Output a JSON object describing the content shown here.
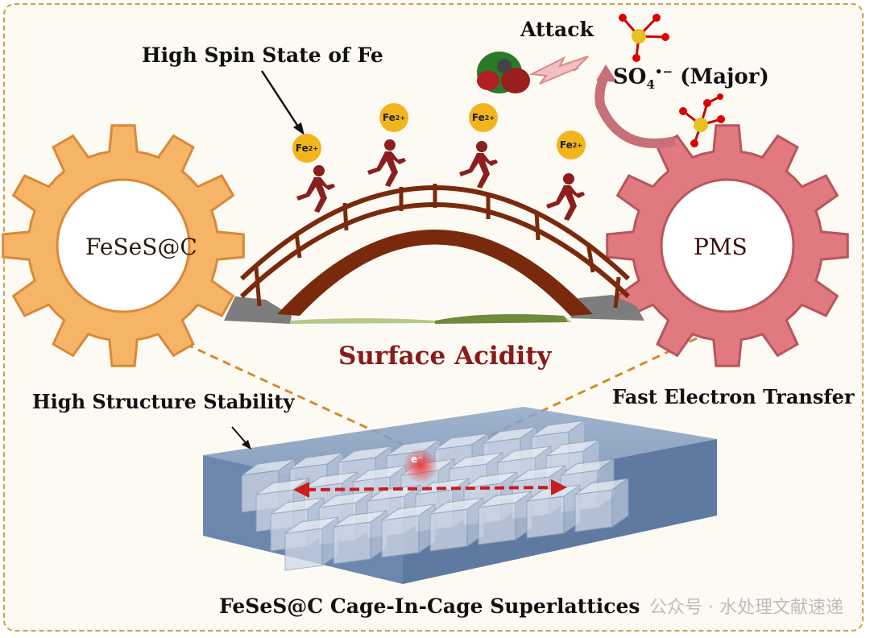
{
  "labels": {
    "high_spin": "High Spin State of Fe",
    "attack": "Attack",
    "so4_main": "SO",
    "so4_sub": "4",
    "so4_sup": "•−",
    "so4_tail": " (Major)",
    "surface_acidity": "Surface Acidity",
    "structure_stability": "High Structure Stability",
    "fast_electron": "Fast Electron Transfer",
    "superlattice": "FeSeS@C Cage-In-Cage Superlattices",
    "electron": "e⁻"
  },
  "gears": {
    "left": {
      "label": "FeSeS@C",
      "color": "#f6b566",
      "stroke": "#d9893a"
    },
    "right": {
      "label": "PMS",
      "color": "#e07a80",
      "stroke": "#b8565c"
    }
  },
  "ions": [
    {
      "main": "Fe",
      "charge": "2+"
    },
    {
      "main": "Fe",
      "charge": "2+"
    },
    {
      "main": "Fe",
      "charge": "2+"
    },
    {
      "main": "Fe",
      "charge": "2+"
    }
  ],
  "watermark": "公众号 · 水处理文献速递",
  "colors": {
    "bridge": "#7a2a0c",
    "runner": "#8b1e1e",
    "box": "#5b7aa5",
    "arrow": "#c81e1e"
  }
}
